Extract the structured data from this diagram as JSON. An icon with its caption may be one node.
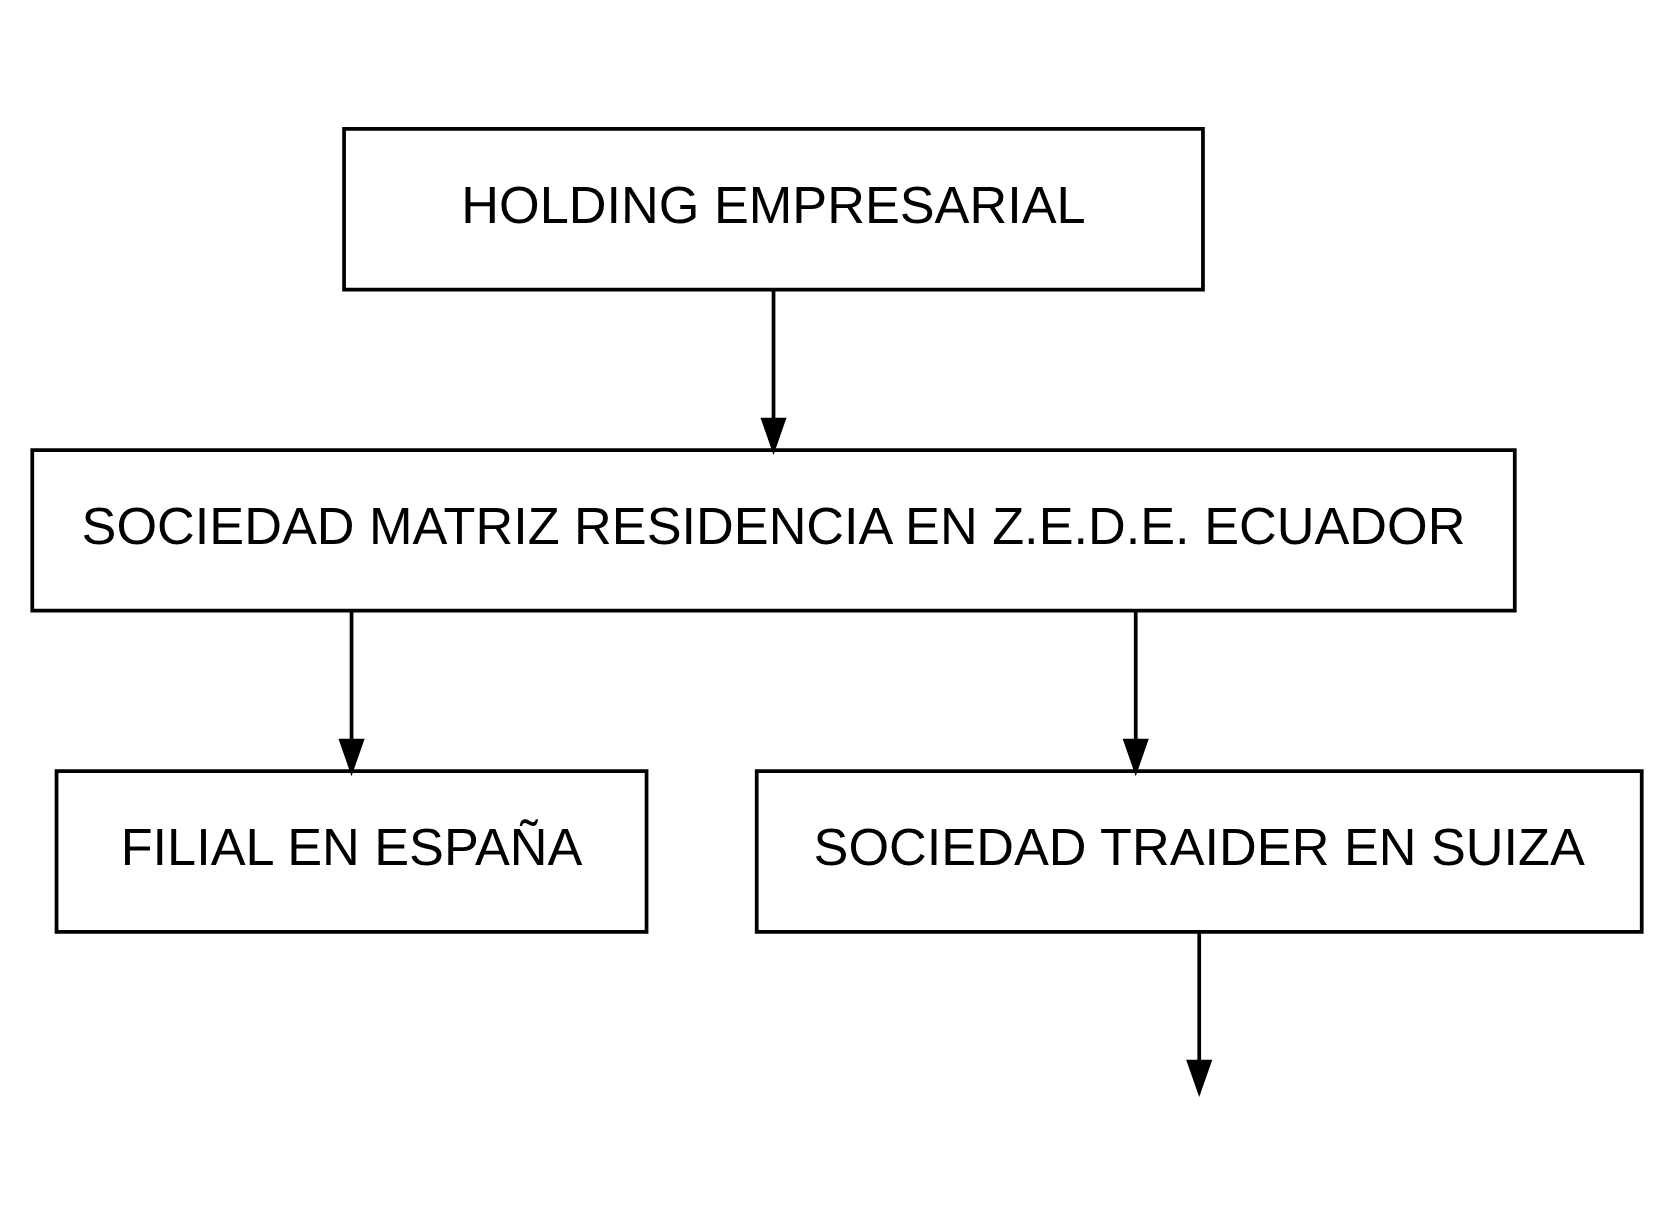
{
  "diagram": {
    "nodes": [
      {
        "text": [
          "HOLDING EMPRESARIAL"
        ]
      },
      {
        "text": [
          "SOCIEDAD MATRIZ RESIDENCIA EN Z.E.D.E. ECUADOR"
        ]
      },
      {
        "text": [
          "FILIAL EN ESPAÑA"
        ]
      },
      {
        "text": [
          "SOCIEDAD TRAIDER EN SUIZA"
        ]
      }
    ],
    "edges": [
      {
        "from": 0,
        "to": 1,
        "arrow": "to"
      },
      {
        "from": 1,
        "to": 2,
        "arrow": "to"
      },
      {
        "from": 1,
        "to": 3,
        "arrow": "to"
      },
      {
        "from": 3,
        "to": null,
        "arrow": "to"
      }
    ]
  }
}
